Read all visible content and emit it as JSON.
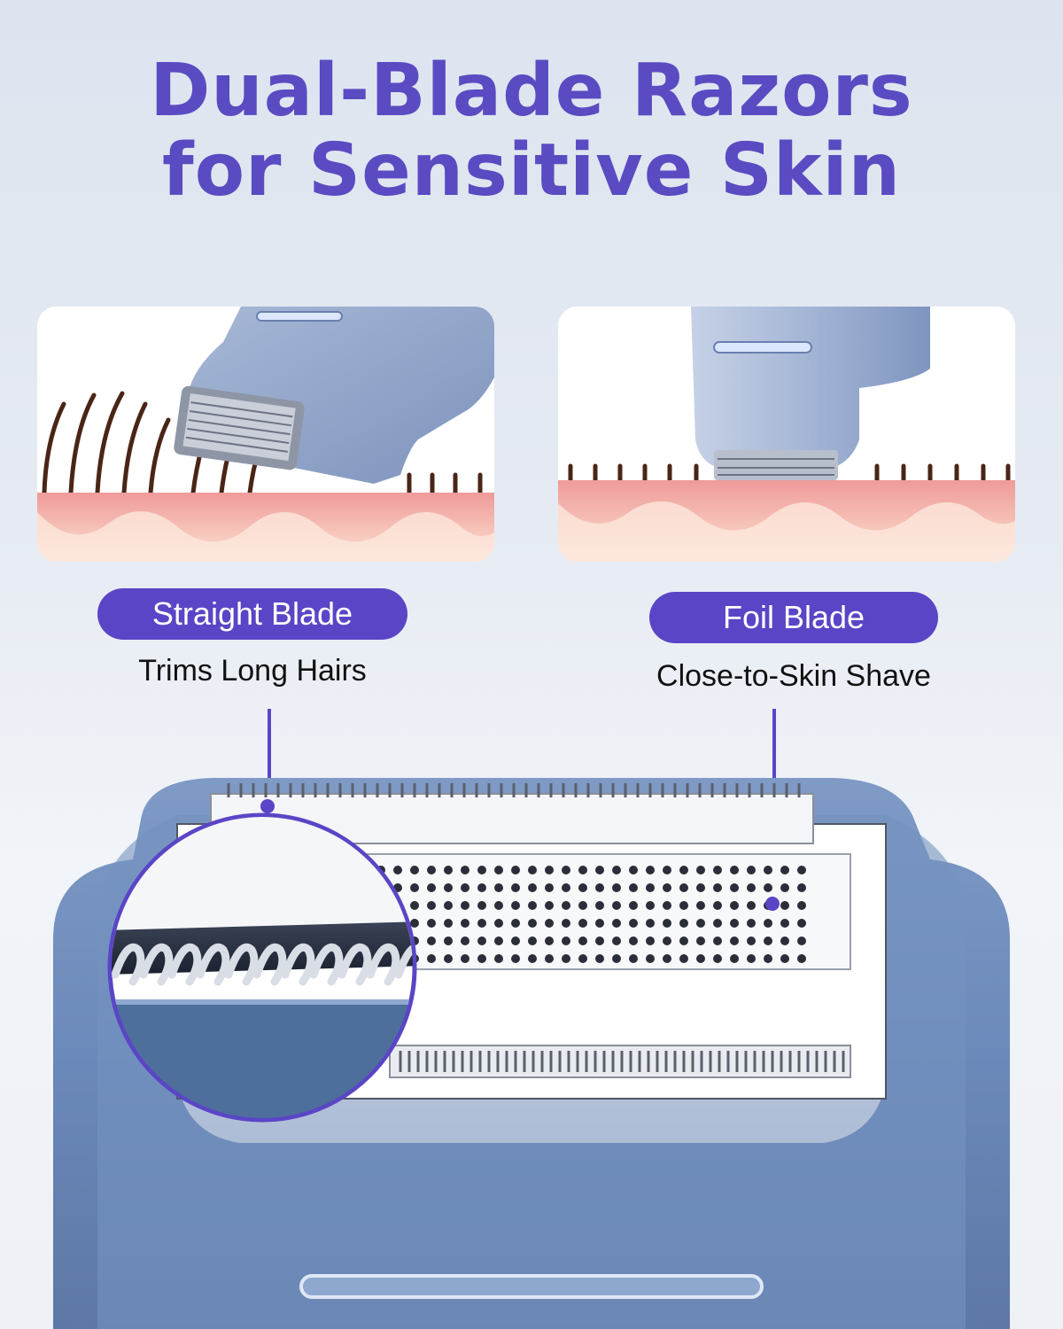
{
  "title": {
    "line1": "Dual-Blade Razors",
    "line2": "for Sensitive Skin"
  },
  "features": [
    {
      "label": "Straight Blade",
      "description": "Trims Long Hairs",
      "icon": "straight-blade-illustration"
    },
    {
      "label": "Foil Blade",
      "description": "Close-to-Skin Shave",
      "icon": "foil-blade-illustration"
    }
  ],
  "colors": {
    "accent": "#5a45c6",
    "title": "#5a4bc2",
    "device_body": "#6f8dbb",
    "skin": "#f0a8a8",
    "hair": "#4a2516"
  }
}
